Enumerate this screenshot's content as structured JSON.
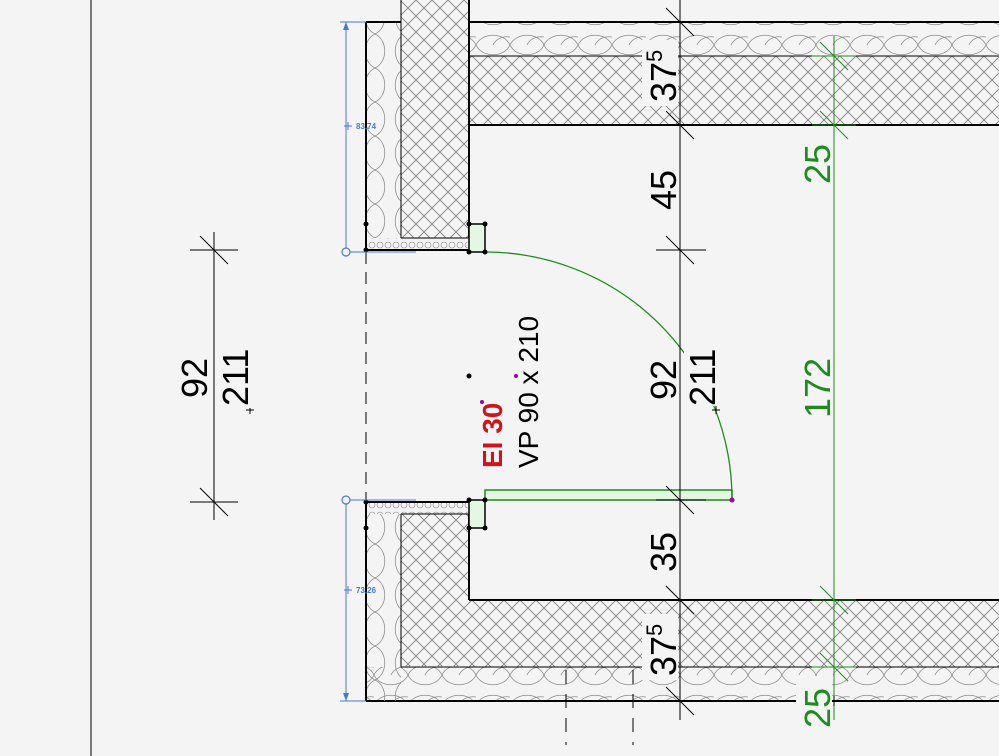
{
  "drawing": {
    "door_label": "VP 90 x 210",
    "fire_rating": "EI 30",
    "colors": {
      "background": "#f4f4f4",
      "wall_stroke": "#000000",
      "hatch": "#7a7a7a",
      "green": "#1f8a1f",
      "blue": "#4a78d0",
      "red": "#d0141e",
      "door_fill": "#e3f7e3"
    }
  },
  "dimensions": {
    "left_opening_width": "92",
    "left_opening_height": "211",
    "right_wall_top": "37",
    "right_wall_top_sup": "5",
    "right_reveal_top": "45",
    "right_opening_width": "92",
    "right_opening_height": "211",
    "right_reveal_bottom": "35",
    "right_wall_bottom": "37",
    "right_wall_bottom_sup": "5",
    "green_top": "25",
    "green_middle": "172",
    "green_bottom": "25"
  },
  "blue_dims": {
    "upper": "83,74",
    "lower": "73,26"
  }
}
